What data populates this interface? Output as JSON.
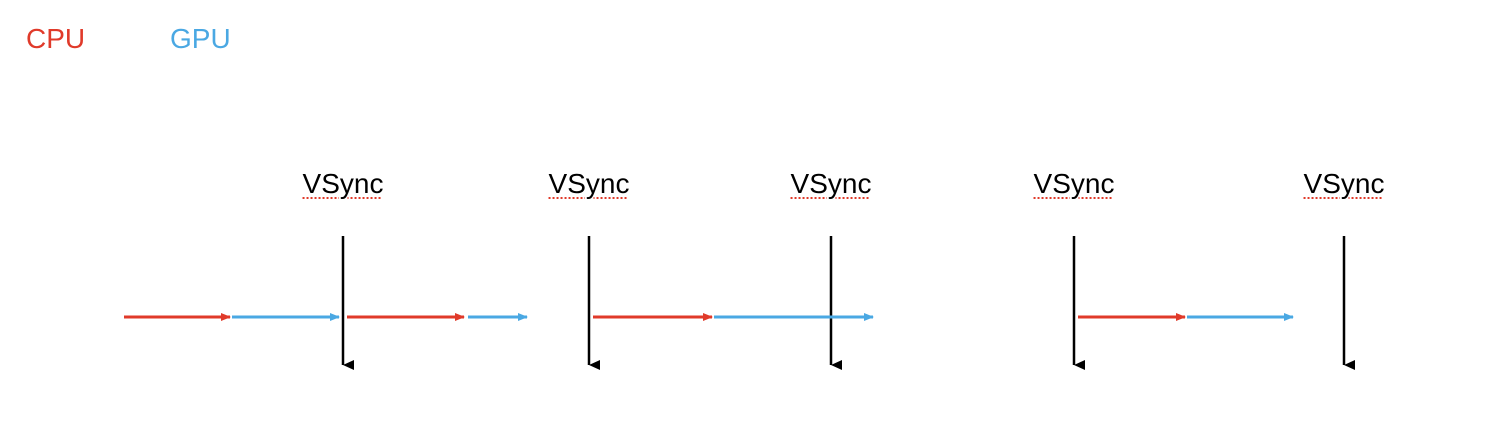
{
  "colors": {
    "cpu": "#e03a2a",
    "gpu": "#4aa8e3",
    "vsync": "#000000"
  },
  "legend": {
    "cpu_label": "CPU",
    "gpu_label": "GPU"
  },
  "vsync_label": "VSync"
}
